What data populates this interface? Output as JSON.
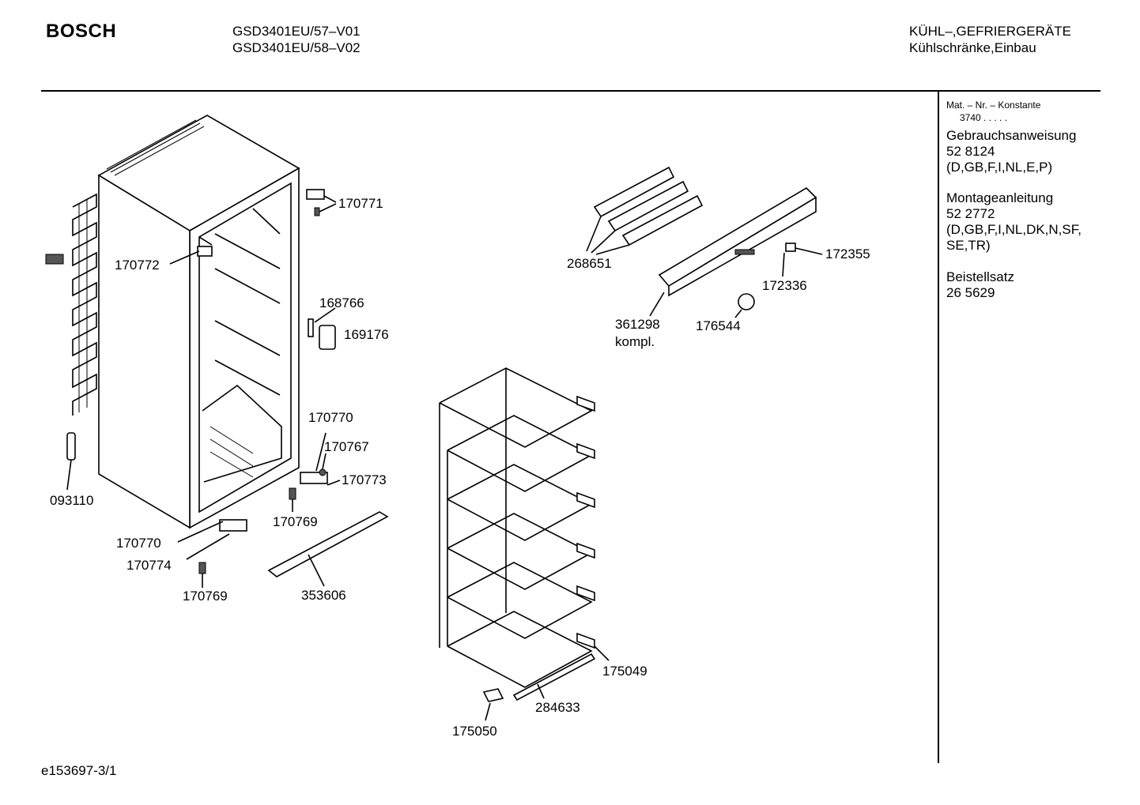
{
  "header": {
    "brand": "BOSCH",
    "model_lines": [
      "GSD3401EU/57–V01",
      "GSD3401EU/58–V02"
    ],
    "category_lines": [
      "KÜHL–,GEFRIERGERÄTE",
      "Kühlschränke,Einbau"
    ]
  },
  "sidebar": {
    "mat_label": "Mat. – Nr. – Konstante",
    "mat_value": "3740  .  .  .  .  .",
    "docs": [
      {
        "title": "Gebrauchsanweisung",
        "number": "52 8124",
        "langs": [
          "(D,GB,F,I,NL,E,P)"
        ]
      },
      {
        "title": "Montageanleitung",
        "number": "52 2772",
        "langs": [
          "(D,GB,F,I,NL,DK,N,SF,",
          "SE,TR)"
        ]
      },
      {
        "title": "Beistellsatz",
        "number": "26 5629",
        "langs": []
      }
    ]
  },
  "part_labels": [
    "170771",
    "170772",
    "168766",
    "169176",
    "093110",
    "170770",
    "170767",
    "170773",
    "170769",
    "170770",
    "170774",
    "170769",
    "353606",
    "268651",
    "172355",
    "172336",
    "361298",
    "kompl.",
    "176544",
    "175049",
    "284633",
    "175050"
  ],
  "footer": {
    "code": "e153697-3/1"
  }
}
